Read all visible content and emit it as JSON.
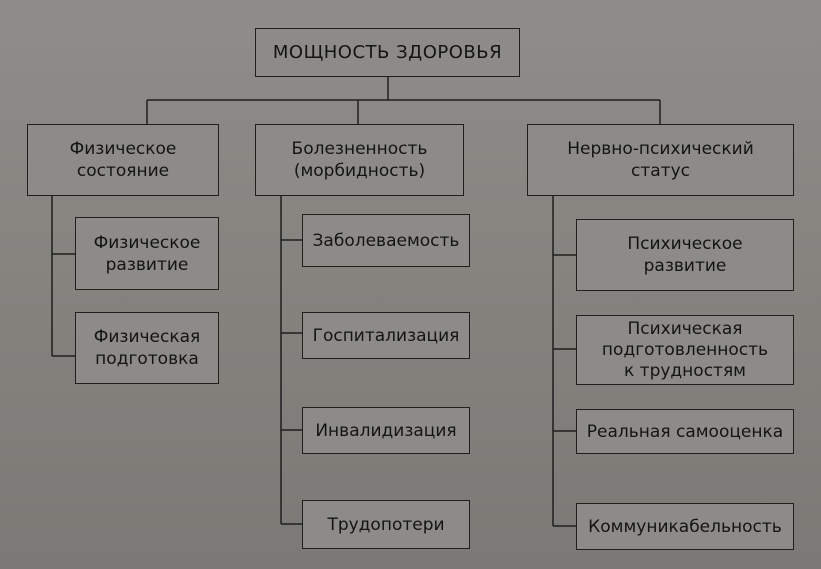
{
  "root": {
    "label": "МОЩНОСТЬ ЗДОРОВЬЯ"
  },
  "branches": [
    {
      "label": "Физическое\nсостояние",
      "children": [
        "Физическое\nразвитие",
        "Физическая\nподготовка"
      ]
    },
    {
      "label": "Болезненность\n(морбидность)",
      "children": [
        "Заболеваемость",
        "Госпитализация",
        "Инвалидизация",
        "Трудопотери"
      ]
    },
    {
      "label": "Нервно-психический\nстатус",
      "children": [
        "Психическое\nразвитие",
        "Психическая\nподготовленность\nк трудностям",
        "Реальная самооценка",
        "Коммуникабельность"
      ]
    }
  ]
}
